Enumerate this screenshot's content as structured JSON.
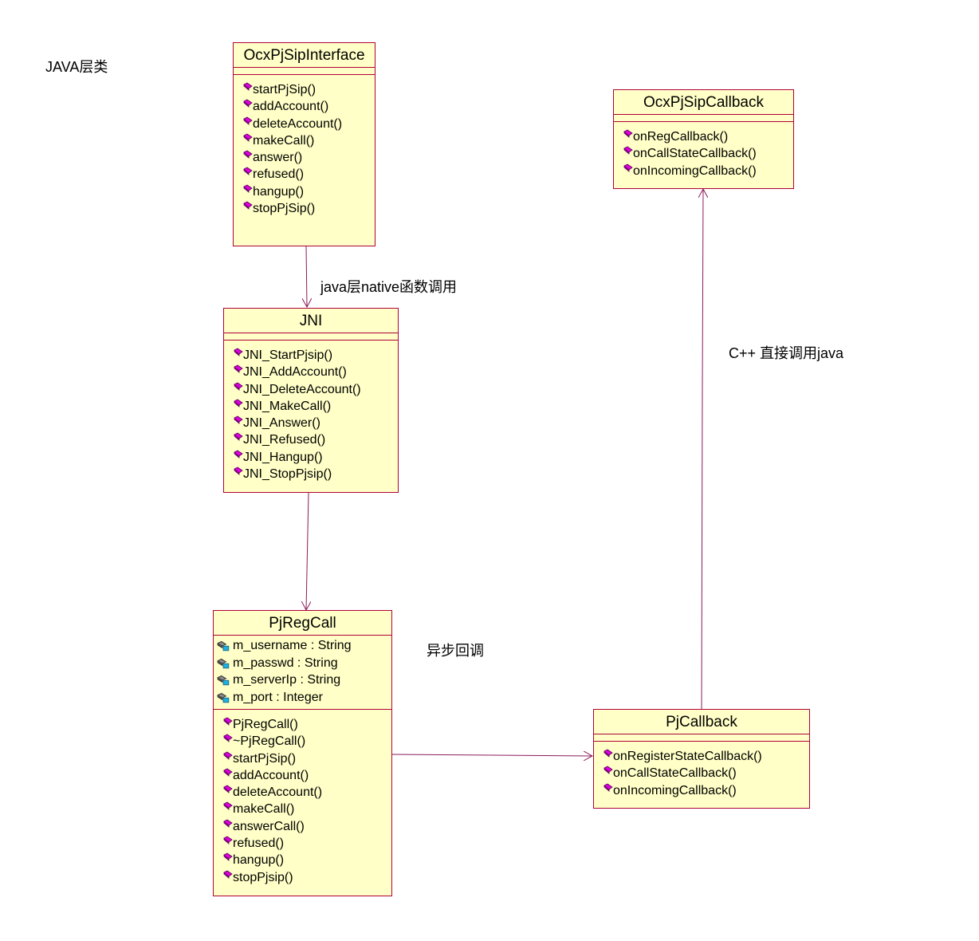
{
  "labels": {
    "java_layer": "JAVA层类",
    "native_call": "java层native函数调用",
    "cpp_call_java": "C++ 直接调用java",
    "async_callback": "异步回调"
  },
  "classes": {
    "ocx_interface": {
      "name": "OcxPjSipInterface",
      "operations": [
        "startPjSip()",
        "addAccount()",
        "deleteAccount()",
        "makeCall()",
        "answer()",
        "refused()",
        "hangup()",
        "stopPjSip()"
      ]
    },
    "ocx_callback": {
      "name": "OcxPjSipCallback",
      "operations": [
        "onRegCallback()",
        "onCallStateCallback()",
        "onIncomingCallback()"
      ]
    },
    "jni": {
      "name": "JNI",
      "operations": [
        "JNI_StartPjsip()",
        "JNI_AddAccount()",
        "JNI_DeleteAccount()",
        "JNI_MakeCall()",
        "JNI_Answer()",
        "JNI_Refused()",
        "JNI_Hangup()",
        "JNI_StopPjsip()"
      ]
    },
    "pjregcall": {
      "name": "PjRegCall",
      "attributes": [
        "m_username : String",
        "m_passwd : String",
        "m_serverIp : String",
        "m_port : Integer"
      ],
      "operations": [
        "PjRegCall()",
        "~PjRegCall()",
        "startPjSip()",
        "addAccount()",
        "deleteAccount()",
        "makeCall()",
        "answerCall()",
        "refused()",
        "hangup()",
        "stopPjsip()"
      ]
    },
    "pjcallback": {
      "name": "PjCallback",
      "operations": [
        "onRegisterStateCallback()",
        "onCallStateCallback()",
        "onIncomingCallback()"
      ]
    }
  },
  "colors": {
    "class_fill": "#ffffc7",
    "class_border": "#b00038",
    "line": "#8b1a5a",
    "operation_icon": "#e000e0",
    "attribute_icon": "#20b0e0"
  }
}
